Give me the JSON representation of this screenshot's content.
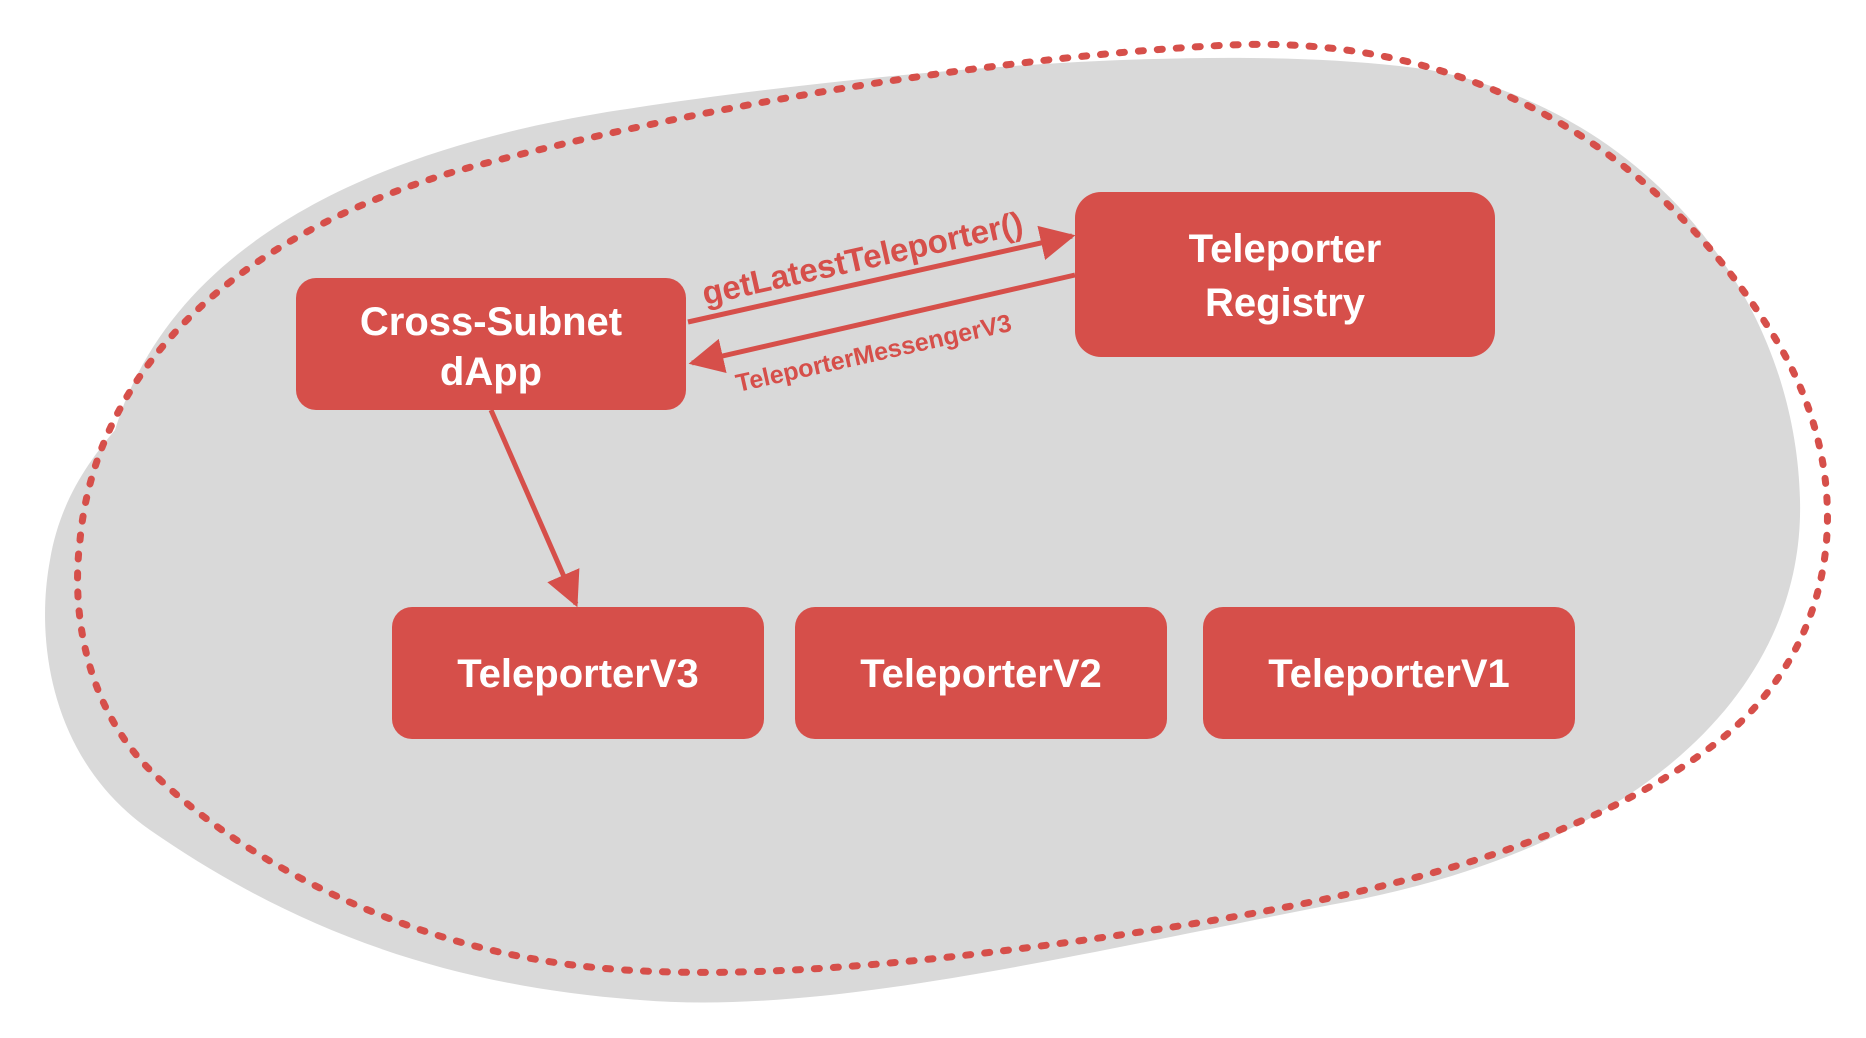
{
  "colors": {
    "accent": "#d64f4a",
    "blob_fill": "#d9d9d9",
    "node_text": "#ffffff",
    "background": "#ffffff"
  },
  "nodes": {
    "dapp": {
      "line1": "Cross-Subnet",
      "line2": "dApp"
    },
    "registry": {
      "line1": "Teleporter",
      "line2": "Registry"
    },
    "v3": {
      "label": "TeleporterV3"
    },
    "v2": {
      "label": "TeleporterV2"
    },
    "v1": {
      "label": "TeleporterV1"
    }
  },
  "edges": {
    "call_label": "getLatestTeleporter()",
    "return_label": "TeleporterMessengerV3"
  }
}
